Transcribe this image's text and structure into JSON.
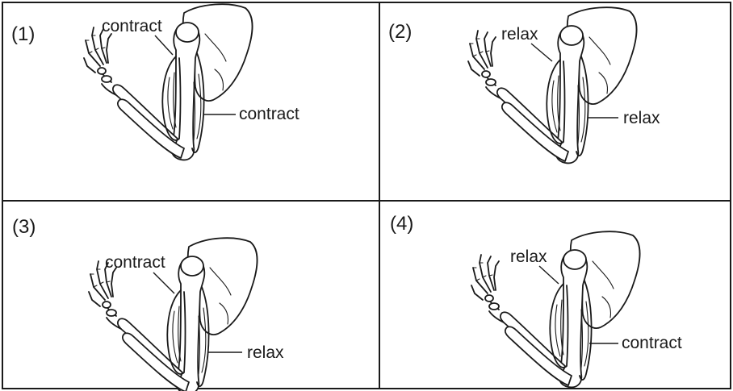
{
  "panels": [
    {
      "number": "(1)",
      "biceps_label": "contract",
      "triceps_label": "contract"
    },
    {
      "number": "(2)",
      "biceps_label": "relax",
      "triceps_label": "relax"
    },
    {
      "number": "(3)",
      "biceps_label": "contract",
      "triceps_label": "relax"
    },
    {
      "number": "(4)",
      "biceps_label": "relax",
      "triceps_label": "contract"
    }
  ],
  "colors": {
    "ink": "#1a1a1a",
    "background": "#ffffff"
  }
}
